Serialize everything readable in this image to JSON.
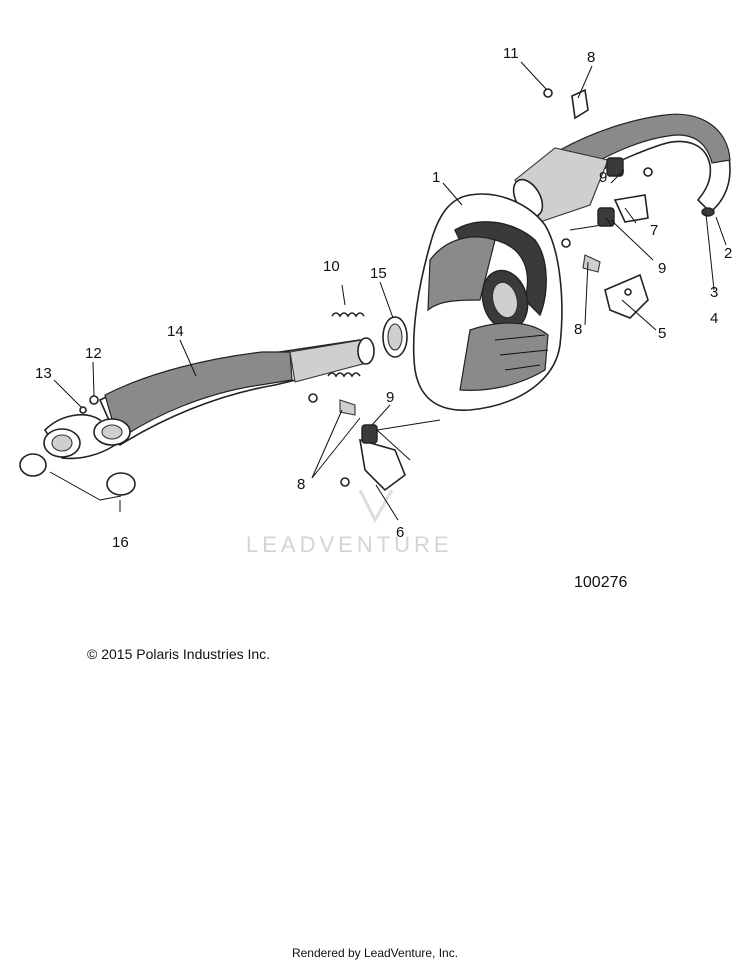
{
  "diagram": {
    "callouts": [
      "1",
      "2",
      "3",
      "4",
      "5",
      "6",
      "7",
      "8",
      "9",
      "10",
      "11",
      "12",
      "13",
      "14",
      "15",
      "16"
    ],
    "watermark": "LEADVENTURE",
    "diagram_number": "100276"
  },
  "footer": {
    "copyright": "© 2015 Polaris Industries Inc.",
    "rendered_by": "Rendered by LeadVenture, Inc."
  }
}
